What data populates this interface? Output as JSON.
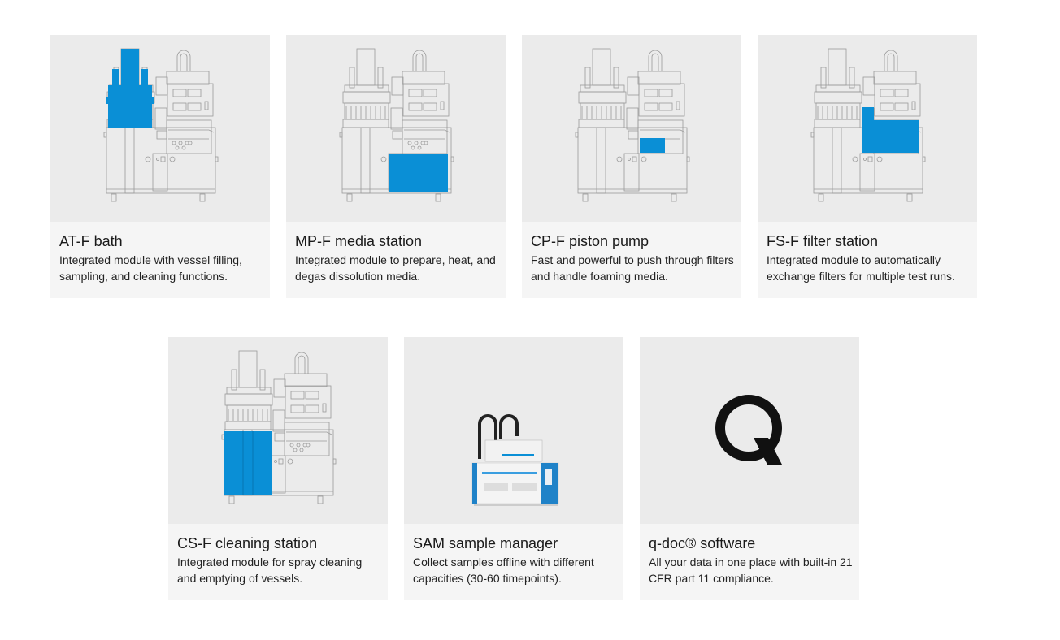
{
  "accent_color": "#0a8fd6",
  "modules": [
    {
      "title": "AT-F bath",
      "description": "Integrated module with vessel filling, sampling, and cleaning functions.",
      "image": "dissolution-system-highlight-bath"
    },
    {
      "title": "MP-F media station",
      "description": "Integrated module to prepare, heat, and degas dissolution media.",
      "image": "dissolution-system-highlight-media-station"
    },
    {
      "title": "CP-F piston pump",
      "description": "Fast and powerful to push through filters and handle foaming media.",
      "image": "dissolution-system-highlight-piston-pump"
    },
    {
      "title": "FS-F filter station",
      "description": "Integrated module to automatically exchange filters for multiple test runs.",
      "image": "dissolution-system-highlight-filter-station"
    },
    {
      "title": "CS-F cleaning station",
      "description": "Integrated module for spray cleaning and emptying of vessels.",
      "image": "dissolution-system-highlight-cleaning-station"
    },
    {
      "title": "SAM sample manager",
      "description": "Collect samples offline with different capacities (30-60 timepoints).",
      "image": "sample-manager-photo"
    },
    {
      "title": "q-doc® software",
      "description": "All your data in one place with built-in 21 CFR part 11 compliance.",
      "image": "q-doc-logo"
    }
  ]
}
